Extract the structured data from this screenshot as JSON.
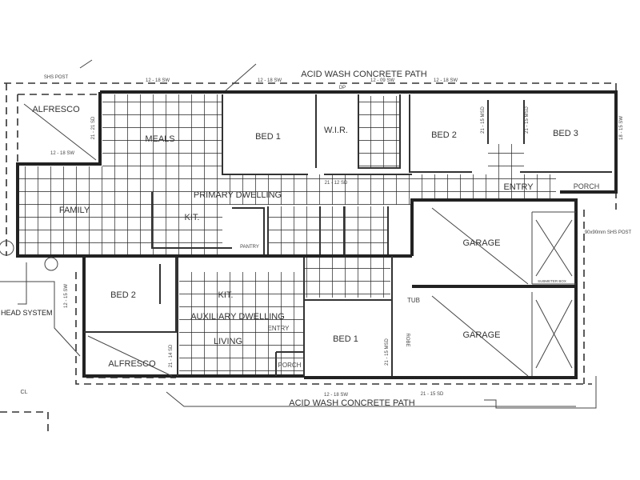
{
  "plan": {
    "path_top": "ACID WASH CONCRETE PATH",
    "path_bottom": "ACID WASH CONCRETE PATH",
    "primary_dwelling": "PRIMARY DWELLING",
    "auxiliary_dwelling": "AUXILIARY DWELLING",
    "rooms": {
      "alfresco_primary": "ALFRESCO",
      "meals": "MEALS",
      "bed1_primary": "BED 1",
      "wir": "W.I.R.",
      "bed2_primary": "BED 2",
      "bed3_primary": "BED 3",
      "family": "FAMILY",
      "kit_primary": "KIT.",
      "entry_primary": "ENTRY",
      "porch_primary": "PORCH",
      "garage_primary": "GARAGE",
      "bed2_aux": "BED 2",
      "kit_aux": "KIT.",
      "living_aux": "LIVING",
      "entry_aux": "ENTRY",
      "porch_aux": "PORCH",
      "alfresco_aux": "ALFRESCO",
      "bed1_aux": "BED 1",
      "garage_aux": "GARAGE",
      "tub": "TUB",
      "pantry": "PANTRY",
      "robe": "ROBE"
    },
    "dimensions": {
      "d1": "12 - 18 SW",
      "d2": "12 - 18 SW",
      "d3": "12 - 09 SW",
      "d4": "12 - 18 SW",
      "d5": "12 - 18 SW",
      "d6": "21 - 21 SD",
      "d7": "18 - 15 SW",
      "d8": "12 - 15 SW",
      "d9": "21 - 14 SD",
      "d10": "12 - 18 SW",
      "d11": "21 - 15 SD",
      "d12": "21 - 15 MSD",
      "d13": "21 - 15 MSD",
      "d14": "21 - 15 MSD",
      "d15": "21 - 12 SD"
    },
    "notes": {
      "shs_post_top": "SHS POST",
      "shs_post_right": "90x90mm SHS POST",
      "dp": "DP",
      "sub_meter_box": "SUBMETER BOX",
      "head_system": "HEAD SYSTEM",
      "cl": "CL"
    }
  }
}
